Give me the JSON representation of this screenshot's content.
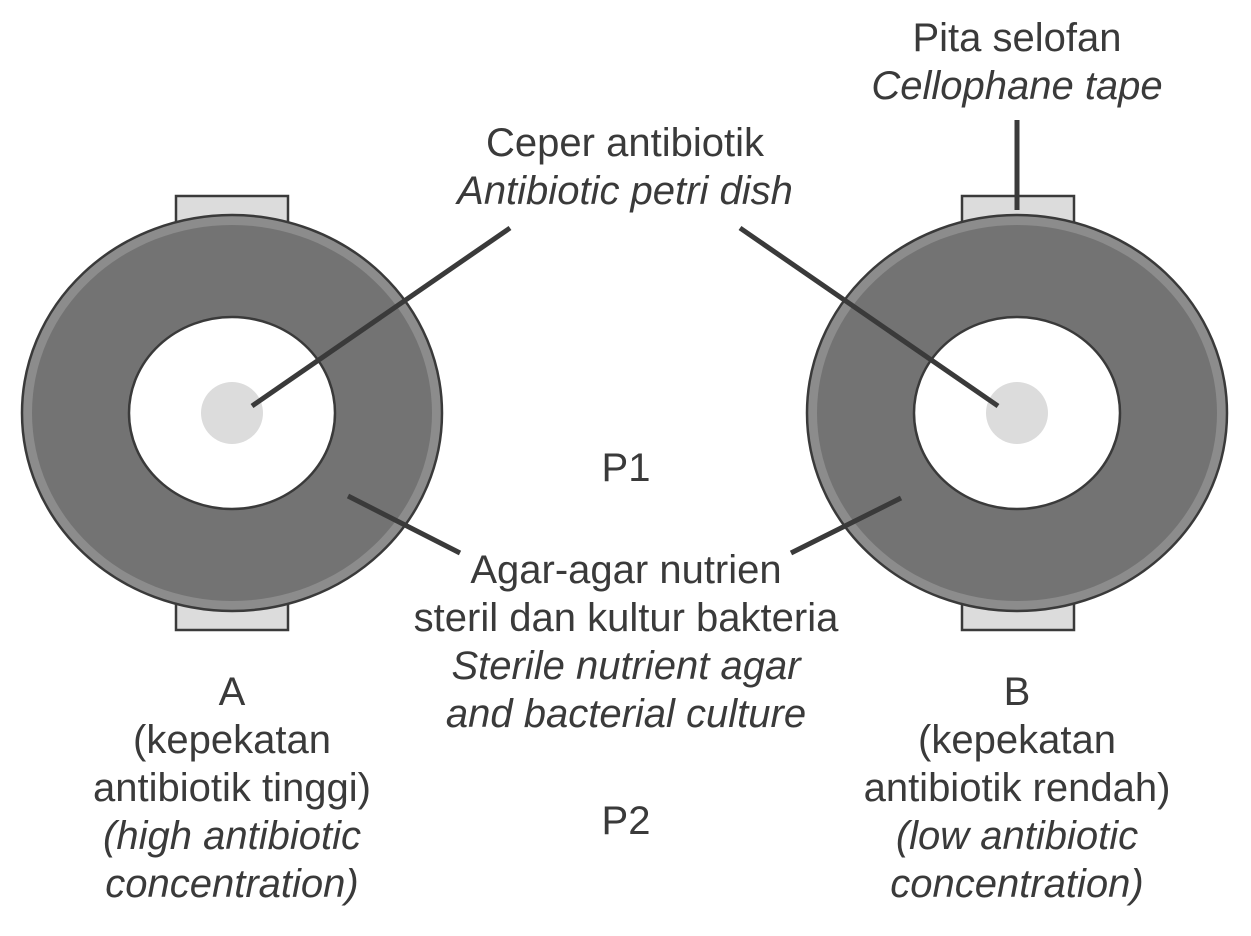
{
  "labels": {
    "cellophane": {
      "malay": "Pita selofan",
      "english": "Cellophane tape"
    },
    "antibiotic_disc": {
      "malay": "Ceper antibiotik",
      "english": "Antibiotic petri dish"
    },
    "agar": {
      "malay_line1": "Agar-agar nutrien",
      "malay_line2": "steril dan kultur bakteria",
      "english_line1": "Sterile nutrient agar",
      "english_line2": "and bacterial culture"
    },
    "p1": "P1",
    "p2": "P2",
    "dish_a": {
      "letter": "A",
      "malay_line1": "(kepekatan",
      "malay_line2": "antibiotik tinggi)",
      "english_line1": "(high antibiotic",
      "english_line2": "concentration)"
    },
    "dish_b": {
      "letter": "B",
      "malay_line1": "(kepekatan",
      "malay_line2": "antibiotik rendah)",
      "english_line1": "(low antibiotic",
      "english_line2": "concentration)"
    }
  },
  "colors": {
    "dish_rim": "#8c8c8c",
    "agar": "#737373",
    "clear_zone": "#ffffff",
    "antibiotic_disc": "#dcdcdc",
    "tape": "#dcdcdc",
    "outline": "#3a3a3a",
    "text": "#3a3a3a"
  }
}
